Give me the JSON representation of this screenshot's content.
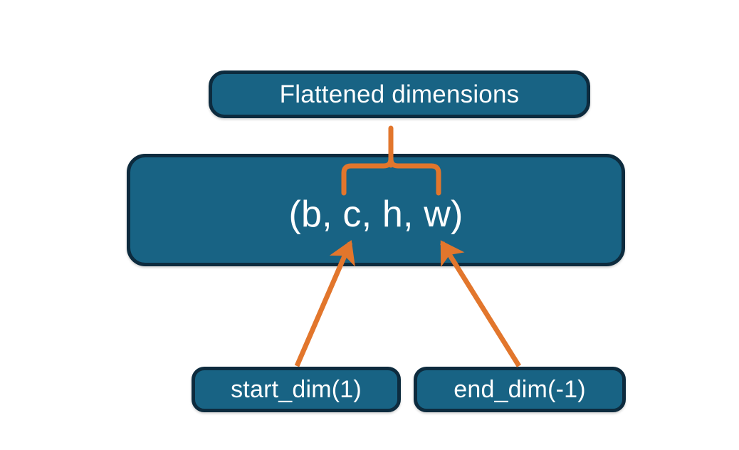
{
  "diagram": {
    "title": "Flatten dimensions diagram",
    "background_color": "#ffffff",
    "node_fill_color": "#186384",
    "node_border_color": "#0d2b3e",
    "node_text_color": "#ffffff",
    "connector_color": "#E2762C",
    "nodes": {
      "flattened": {
        "label": "Flattened dimensions"
      },
      "tuple": {
        "label": "(b, c, h, w)"
      },
      "start_dim": {
        "label": "start_dim(1)"
      },
      "end_dim": {
        "label": "end_dim(-1)"
      }
    },
    "connectors": {
      "brace": {
        "name": "curly-brace-connector",
        "spans": "c, h, w"
      },
      "arrow_start": {
        "name": "arrow-start-dim",
        "from": "start_dim(1)",
        "to": "c"
      },
      "arrow_end": {
        "name": "arrow-end-dim",
        "from": "end_dim(-1)",
        "to": "w"
      }
    }
  }
}
